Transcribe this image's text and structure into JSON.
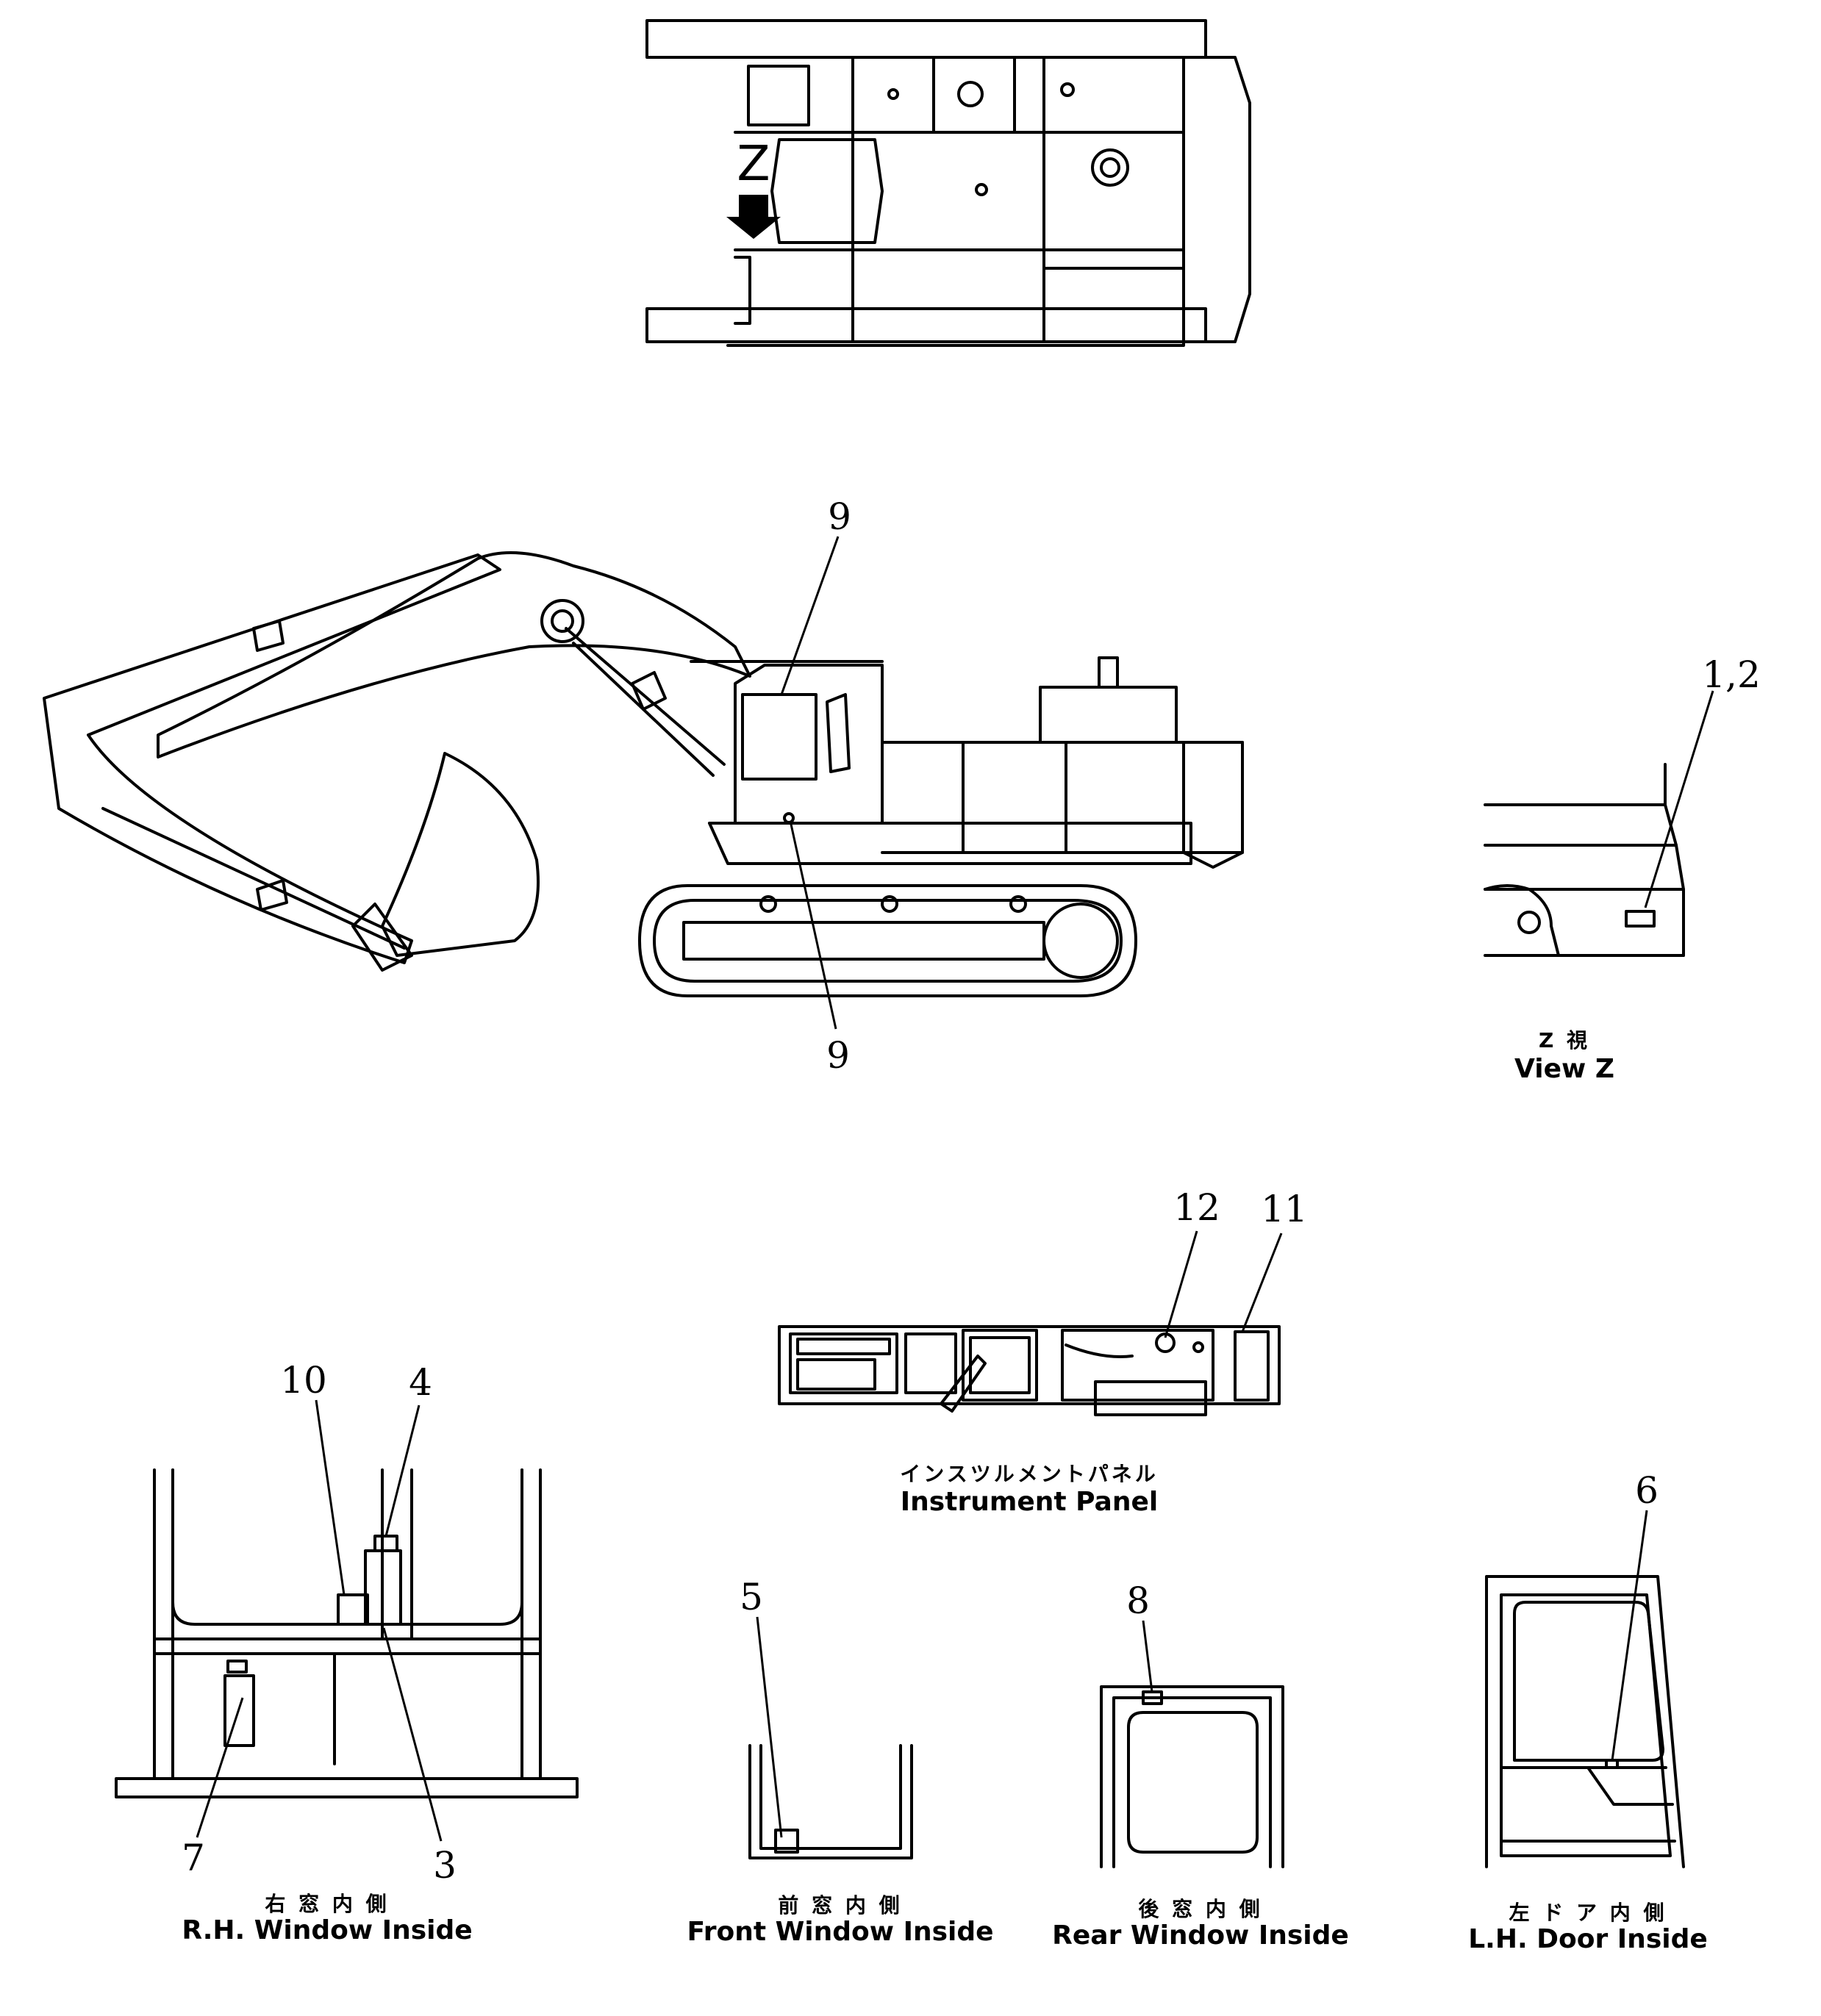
{
  "view_marker": {
    "letter": "Z"
  },
  "callouts": {
    "c9_top": "9",
    "c9_bottom": "9",
    "c12": "1,2",
    "c12_panel": "12",
    "c11": "11",
    "c10": "10",
    "c4": "4",
    "c3": "3",
    "c7": "7",
    "c5": "5",
    "c8": "8",
    "c6": "6"
  },
  "captions": {
    "view_z": {
      "jp": "Z 視",
      "en": "View Z"
    },
    "instrument_panel": {
      "jp": "インスツルメントパネル",
      "en": "Instrument Panel"
    },
    "rh_window": {
      "jp": "右 窓 内 側",
      "en": "R.H. Window Inside"
    },
    "front_window": {
      "jp": "前 窓 内 側",
      "en": "Front Window Inside"
    },
    "rear_window": {
      "jp": "後 窓 内 側",
      "en": "Rear Window Inside"
    },
    "lh_door": {
      "jp": "左 ド ア 内 側",
      "en": "L.H. Door Inside"
    }
  }
}
